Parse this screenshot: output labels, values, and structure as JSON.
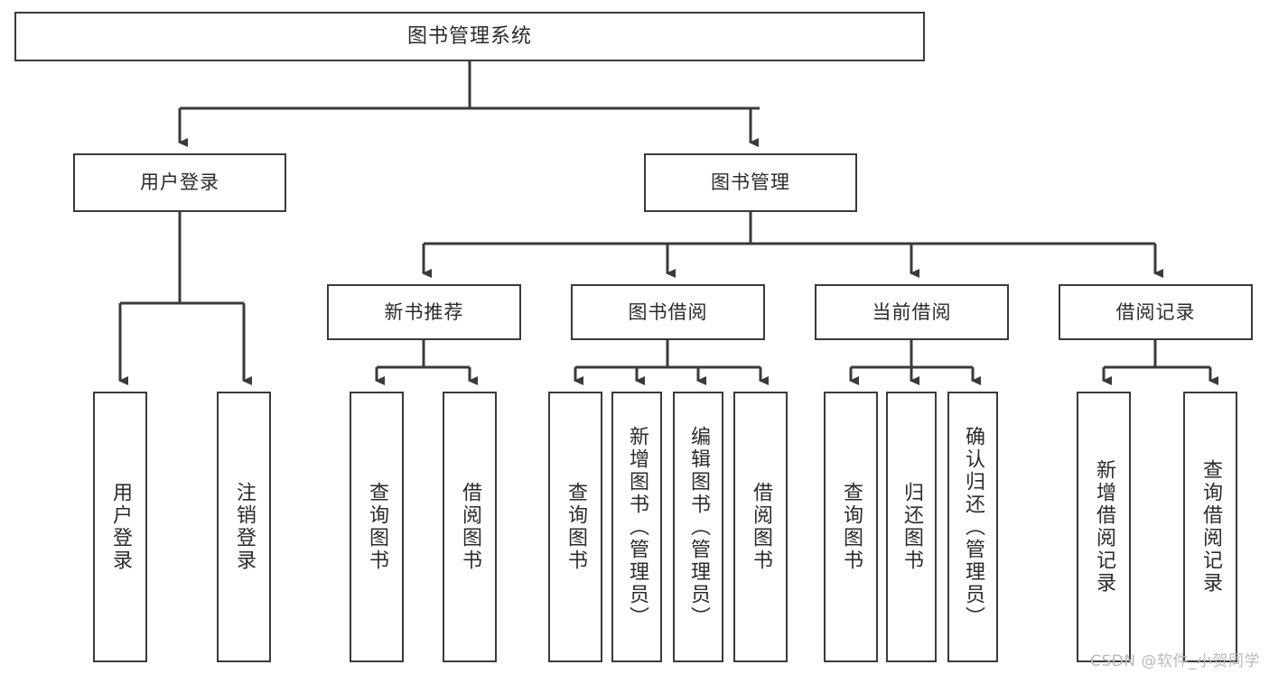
{
  "diagram": {
    "type": "tree",
    "title": "图书管理系统",
    "background": "#ffffff",
    "line_color": "#3a3a3a",
    "box_border": "#3a3a3a",
    "text_color": "#2b2b2b"
  },
  "nodes": {
    "root": {
      "label": "图书管理系统"
    },
    "level1": [
      {
        "label": "用户登录"
      },
      {
        "label": "图书管理"
      }
    ],
    "level2": [
      {
        "label": "新书推荐"
      },
      {
        "label": "图书借阅"
      },
      {
        "label": "当前借阅"
      },
      {
        "label": "借阅记录"
      }
    ],
    "leaves": {
      "user_login": [
        {
          "label": "用户登录"
        },
        {
          "label": "注销登录"
        }
      ],
      "new_book": [
        {
          "label": "查询图书"
        },
        {
          "label": "借阅图书"
        }
      ],
      "book_borrow": [
        {
          "label": "查询图书"
        },
        {
          "label": "新增图书（管理员）"
        },
        {
          "label": "编辑图书（管理员）"
        },
        {
          "label": "借阅图书"
        }
      ],
      "current_borrow": [
        {
          "label": "查询图书"
        },
        {
          "label": "归还图书"
        },
        {
          "label": "确认归还（管理员）"
        }
      ],
      "borrow_record": [
        {
          "label": "新增借阅记录"
        },
        {
          "label": "查询借阅记录"
        }
      ]
    }
  },
  "watermark": {
    "text": "CSDN @软件_小贺同学"
  }
}
